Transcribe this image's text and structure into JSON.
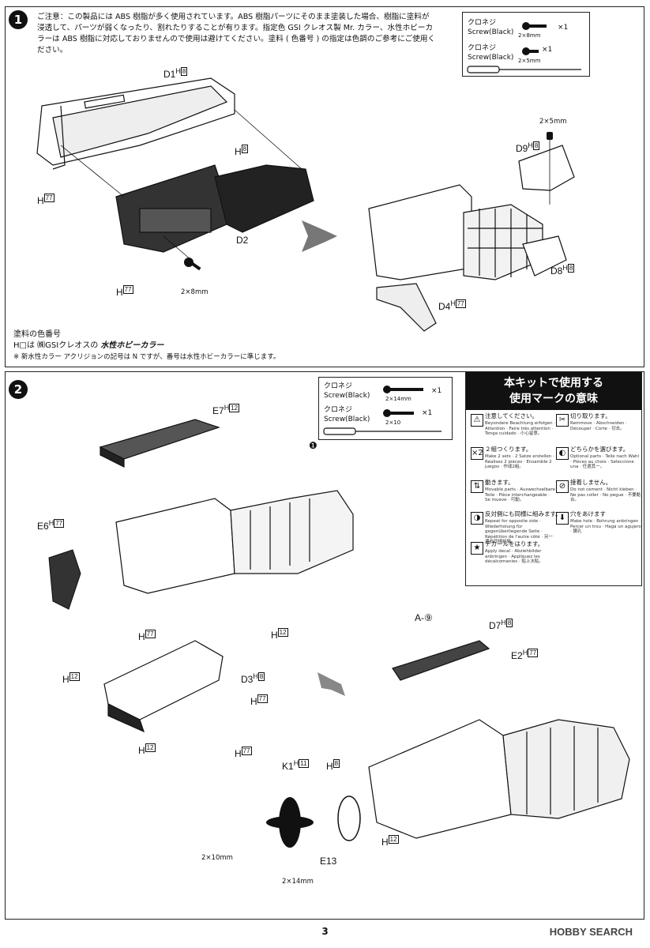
{
  "step1": {
    "number": "1",
    "caution": "ご注意：この製品には ABS 樹脂が多く使用されています。ABS 樹脂パーツにそのまま塗装した場合、樹脂に塗料が浸透して、パーツが弱くなったり、割れたりすることが有ります。指定色 GSI クレオス製 Mr. カラー、水性ホビーカラーは ABS 樹脂に対応しておりませんので使用は避けてください。塗料 ( 色番号 ) の指定は色調のご参考にご使用ください。",
    "screws": [
      {
        "jp": "クロネジ",
        "en": "Screw(Black)",
        "size": "2×8mm",
        "qty": "×1"
      },
      {
        "jp": "クロネジ",
        "en": "Screw(Black)",
        "size": "2×5mm",
        "qty": "×1"
      }
    ],
    "parts": {
      "d1": "D1",
      "d1_color": "8",
      "h8": "H",
      "h8_color": "8",
      "h77a": "H",
      "h77a_color": "77",
      "d2": "D2",
      "h77b": "H",
      "h77b_color": "77",
      "screw_label": "2×8mm",
      "screw5": "2×5mm",
      "d9": "D9",
      "d9_color": "8",
      "d8": "D8",
      "d8_color": "8",
      "d4": "D4",
      "d4_color": "77"
    },
    "paint": {
      "title": "塗料の色番号",
      "line": "H□は ㈱GSIクレオスの",
      "brand": "水性ホビーカラー",
      "note": "※ 新水性カラー アクリジョンの記号は N ですが、番号は水性ホビーカラーに準じます。"
    }
  },
  "step2": {
    "number": "2",
    "screws": [
      {
        "jp": "クロネジ",
        "en": "Screw(Black)",
        "size": "2×14mm",
        "qty": "×1"
      },
      {
        "jp": "クロネジ",
        "en": "Screw(Black)",
        "size": "2×10",
        "qty": "×1"
      }
    ],
    "parts": {
      "e7": "E7",
      "e7_color": "12",
      "e6": "E6",
      "e6_color": "77",
      "h77": "H",
      "h77_color": "77",
      "h12a": "H",
      "h12a_color": "12",
      "h12b": "H",
      "h12b_color": "12",
      "d3": "D3",
      "d3_color": "8",
      "h77c": "H",
      "h77c_color": "77",
      "h12c": "H",
      "h12c_color": "12",
      "h77d": "H",
      "h77d_color": "77",
      "d7": "D7",
      "d7_color": "8",
      "e2": "E2",
      "e2_color": "77",
      "decal": "A-⑨",
      "k1": "K1",
      "k1_color": "11",
      "h8": "H",
      "h8_color": "8",
      "e13": "E13",
      "h12d": "H",
      "h12d_color": "12",
      "s10": "2×10mm",
      "s14": "2×14mm",
      "step_ref": "❶"
    }
  },
  "legend": {
    "title_l1": "本キットで使用する",
    "title_l2": "使用マークの意味",
    "items": [
      {
        "icon": "⚠",
        "jp": "注意してください。",
        "tr": "Beyondere Beachtung erfolgen · Attention · Faire très attention · Tenga cuidado · 小心留意。"
      },
      {
        "icon": "✂",
        "jp": "切り取ります。",
        "tr": "Remmove · Abschneiden · Découper · Corte · 切去。"
      },
      {
        "icon": "×2",
        "jp": "２組つくります。",
        "tr": "Make 2 sets · 2 Satze erstellen · Réalisez 2 pièces · Ensamble 2 juegos · 作成2組。"
      },
      {
        "icon": "◐",
        "jp": "どちらかを選びます。",
        "tr": "Optional parts · Teile nach Wahl · Pièces au choix · Seleccione una · 任選其一。"
      },
      {
        "icon": "⇅",
        "jp": "動きます。",
        "tr": "Movable parts · Auswechselbare Teile · Pièce interchangeable · Se mueve · 可動。"
      },
      {
        "icon": "⊘",
        "jp": "接着しません。",
        "tr": "Do not cement · Nicht kleben · Ne pas coller · No pegue · 不要黏合。"
      },
      {
        "icon": "◑",
        "jp": "反対側にも同様に組みます。",
        "tr": "Repeat for opposite side · Wiederholung für gegenüberliegende Seite · Répétition de l'autre côté · 另一邊亦同樣組裝。"
      },
      {
        "icon": "⬇",
        "jp": "穴をあけます",
        "tr": "Make hole · Bohrung anbringen · Percer un trou · Haga un agujero · 鑽孔"
      },
      {
        "icon": "★",
        "jp": "デカールをはります。",
        "tr": "Apply decal · Abziehbilder anbringen · Appliquez les décalcomanies · 貼上水貼。"
      }
    ]
  },
  "footer": {
    "page": "3",
    "watermark": "HOBBY SEARCH"
  }
}
